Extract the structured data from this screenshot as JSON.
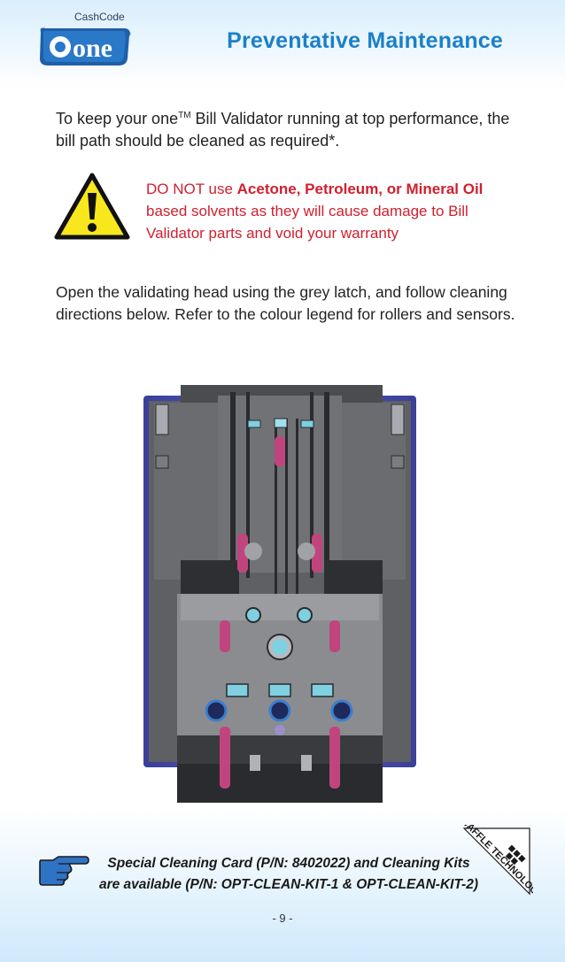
{
  "header": {
    "brand_small": "CashCode",
    "brand_logo": "one",
    "title": "Preventative Maintenance"
  },
  "intro": {
    "part1": "To keep your one",
    "tm": "TM",
    "part2": " Bill Validator running at top performance, the bill path should be cleaned as required*."
  },
  "warning": {
    "icon": "warning-triangle-icon",
    "prefix": "DO NOT use ",
    "bold": "Acetone, Petroleum, or Mineral Oil",
    "suffix": " based solvents as they will cause damage to Bill Validator parts and void your warranty"
  },
  "instructions": "Open the validating head using the grey latch, and follow cleaning directions below. Refer to the colour legend for rollers and sensors.",
  "note": {
    "icon": "pointing-hand-icon",
    "line1": "Special Cleaning Card (P/N: 8402022) and Cleaning Kits",
    "line2": "are available (P/N: OPT-CLEAN-KIT-1 & OPT-CLEAN-KIT-2)"
  },
  "waffle_logo": "WAFFLE TECHNOLOGY",
  "page_number": "- 9 -",
  "colors": {
    "title_blue": "#1b80c8",
    "warning_red": "#d0202e",
    "roller_magenta": "#c0457f",
    "sensor_cyan": "#7fd0e0",
    "frame_blue": "#3a3f9a"
  }
}
